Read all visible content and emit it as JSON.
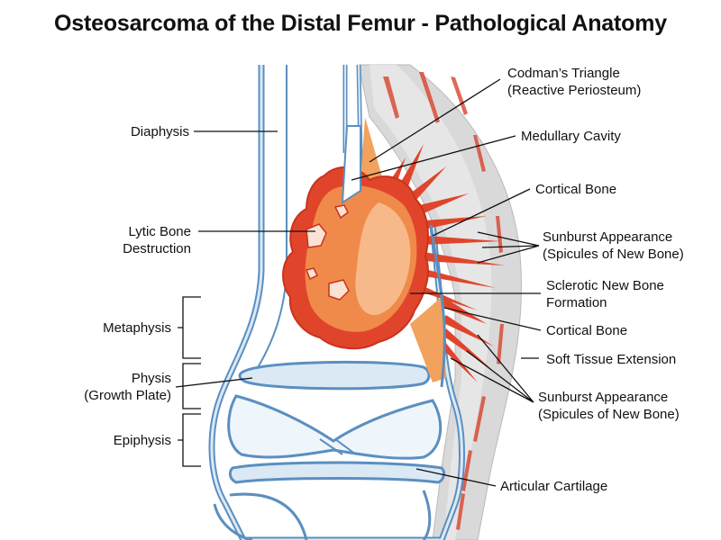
{
  "title": "Osteosarcoma of the Distal Femur - Pathological Anatomy",
  "labels": {
    "diaphysis": "Diaphysis",
    "lytic": [
      "Lytic Bone",
      "Destruction"
    ],
    "metaphysis": "Metaphysis",
    "physis": [
      "Physis",
      "(Growth Plate)"
    ],
    "epiphysis": "Epiphysis",
    "codman": [
      "Codman’s Triangle",
      "(Reactive Periosteum)"
    ],
    "medullary": "Medullary Cavity",
    "cortical_top": "Cortical Bone",
    "sunburst_top": [
      "Sunburst Appearance",
      "(Spicules of New Bone)"
    ],
    "sclerotic": [
      "Sclerotic New Bone",
      "Formation"
    ],
    "cortical_bottom": "Cortical Bone",
    "soft_tissue": "Soft Tissue Extension",
    "sunburst_bottom": [
      "Sunburst Appearance",
      "(Spicules of New Bone)"
    ],
    "cartilage": "Articular Cartilage"
  },
  "colors": {
    "bone_outline": "#5b8fc0",
    "bone_fill": "#dbe9f5",
    "tumor_red": "#e0452c",
    "tumor_orange": "#f08a4b",
    "tumor_light": "#f7b98a",
    "soft_tissue": "#d9d9d9",
    "muscle_red": "#d9432e"
  }
}
